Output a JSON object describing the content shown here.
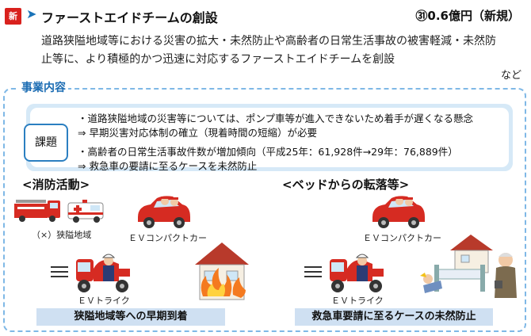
{
  "header": {
    "badge": "新",
    "title": "ファーストエイドチームの創設",
    "budget": "㉛0.6億円（新規）",
    "description_line1": "道路狭隘地域等における災害の拡大・未然防止や高齢者の日常生活事故の被害軽減・未然防",
    "description_line2": "止等に、より積極的かつ迅速に対応するファーストエイドチームを創設",
    "etc": "など"
  },
  "section_label": "事業内容",
  "issues": {
    "label": "課題",
    "lines": [
      "・道路狭隘地域の災害等については、ポンプ車等が進入できないため着手が遅くなる懸念",
      "⇒ 早期災害対応体制の確立（現着時間の短縮）が必要",
      "・高齢者の日常生活事故件数が増加傾向（平成25年：61,928件→29年：76,889件）",
      "⇒ 救急車の要請に至るケースを未然防止"
    ]
  },
  "left_panel": {
    "heading": "<消防活動>",
    "narrow_area_caption": "（×）狭隘地域",
    "ev_car_caption": "ＥＶコンパクトカー",
    "ev_trike_caption": "ＥＶトライク",
    "result": "狭隘地域等への早期到着"
  },
  "right_panel": {
    "heading": "<ベッドからの転落等>",
    "ev_car_caption": "ＥＶコンパクトカー",
    "ev_trike_caption": "ＥＶトライク",
    "result": "救急車要請に至るケースの未然防止"
  },
  "colors": {
    "badge": "#d9211d",
    "accent_blue": "#1b6cb3",
    "issue_bg": "#d6e9f7",
    "result_bar": "#cfe0f2",
    "vehicle_red": "#d62b22"
  }
}
